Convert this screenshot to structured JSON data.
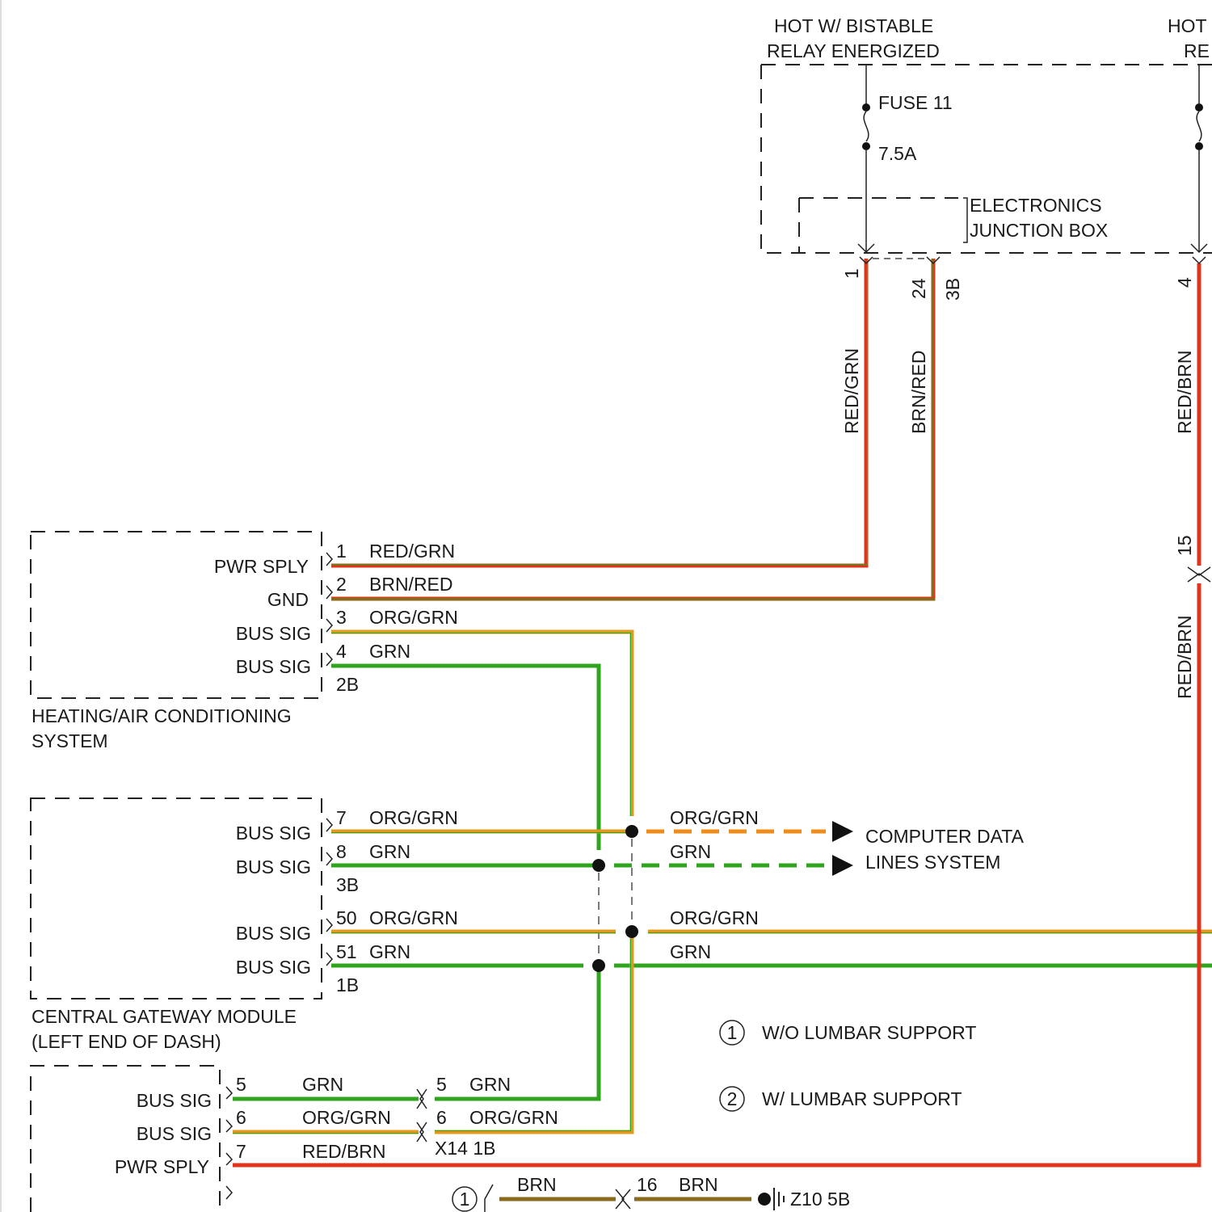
{
  "colors": {
    "red": "#e0341c",
    "green": "#2fa51e",
    "orange": "#f08c1a",
    "brown": "#8a6a1c",
    "tan": "#c79a2a",
    "ink": "#1a1a1a"
  },
  "junction_box": {
    "hot_label_line1": "HOT W/ BISTABLE",
    "hot_label_line2": "RELAY ENERGIZED",
    "hot2_line1": "HOT",
    "hot2_line2": "RE",
    "fuse_name": "FUSE 11",
    "fuse_rating": "7.5A",
    "name_line1": "ELECTRONICS",
    "name_line2": "JUNCTION BOX",
    "pin_1": "1",
    "pin_24": "24",
    "connector_3b": "3B",
    "pin_4": "4"
  },
  "vertical_wires": {
    "red_grn": "RED/GRN",
    "brn_red": "BRN/RED",
    "red_brn_upper": "RED/BRN",
    "pin_15": "15",
    "red_brn_lower": "RED/BRN"
  },
  "hvac": {
    "name_line1": "HEATING/AIR CONDITIONING",
    "name_line2": "SYSTEM",
    "connector": "2B",
    "pins": [
      {
        "num": "1",
        "label": "PWR SPLY",
        "wire": "RED/GRN"
      },
      {
        "num": "2",
        "label": "GND",
        "wire": "BRN/RED"
      },
      {
        "num": "3",
        "label": "BUS SIG",
        "wire": "ORG/GRN"
      },
      {
        "num": "4",
        "label": "BUS SIG",
        "wire": "GRN"
      }
    ]
  },
  "gateway": {
    "name_line1": "CENTRAL GATEWAY MODULE",
    "name_line2": "(LEFT END OF DASH)",
    "connector_3b": "3B",
    "connector_1b": "1B",
    "pins": [
      {
        "num": "7",
        "label": "BUS SIG",
        "wire": "ORG/GRN",
        "right_wire": "ORG/GRN"
      },
      {
        "num": "8",
        "label": "BUS SIG",
        "wire": "GRN",
        "right_wire": "GRN"
      },
      {
        "num": "50",
        "label": "BUS SIG",
        "wire": "ORG/GRN",
        "right_wire": "ORG/GRN"
      },
      {
        "num": "51",
        "label": "BUS SIG",
        "wire": "GRN",
        "right_wire": "GRN"
      }
    ]
  },
  "computer_data": {
    "line1": "COMPUTER DATA",
    "line2": "LINES SYSTEM"
  },
  "legend": [
    {
      "num": "1",
      "text": "W/O LUMBAR SUPPORT"
    },
    {
      "num": "2",
      "text": "W/ LUMBAR SUPPORT"
    }
  ],
  "seat_module": {
    "pins": [
      {
        "num": "5",
        "label": "BUS SIG",
        "wire": "GRN",
        "x_pin": "5",
        "x_wire": "GRN"
      },
      {
        "num": "6",
        "label": "BUS SIG",
        "wire": "ORG/GRN",
        "x_pin": "6",
        "x_wire": "ORG/GRN"
      },
      {
        "num": "7",
        "label": "PWR SPLY",
        "wire": "RED/BRN"
      }
    ],
    "x14_connector": "X14 1B"
  },
  "bottom": {
    "circle_num": "1",
    "wire_left": "BRN",
    "pin_16": "16",
    "wire_right": "BRN",
    "ground": "Z10 5B"
  }
}
